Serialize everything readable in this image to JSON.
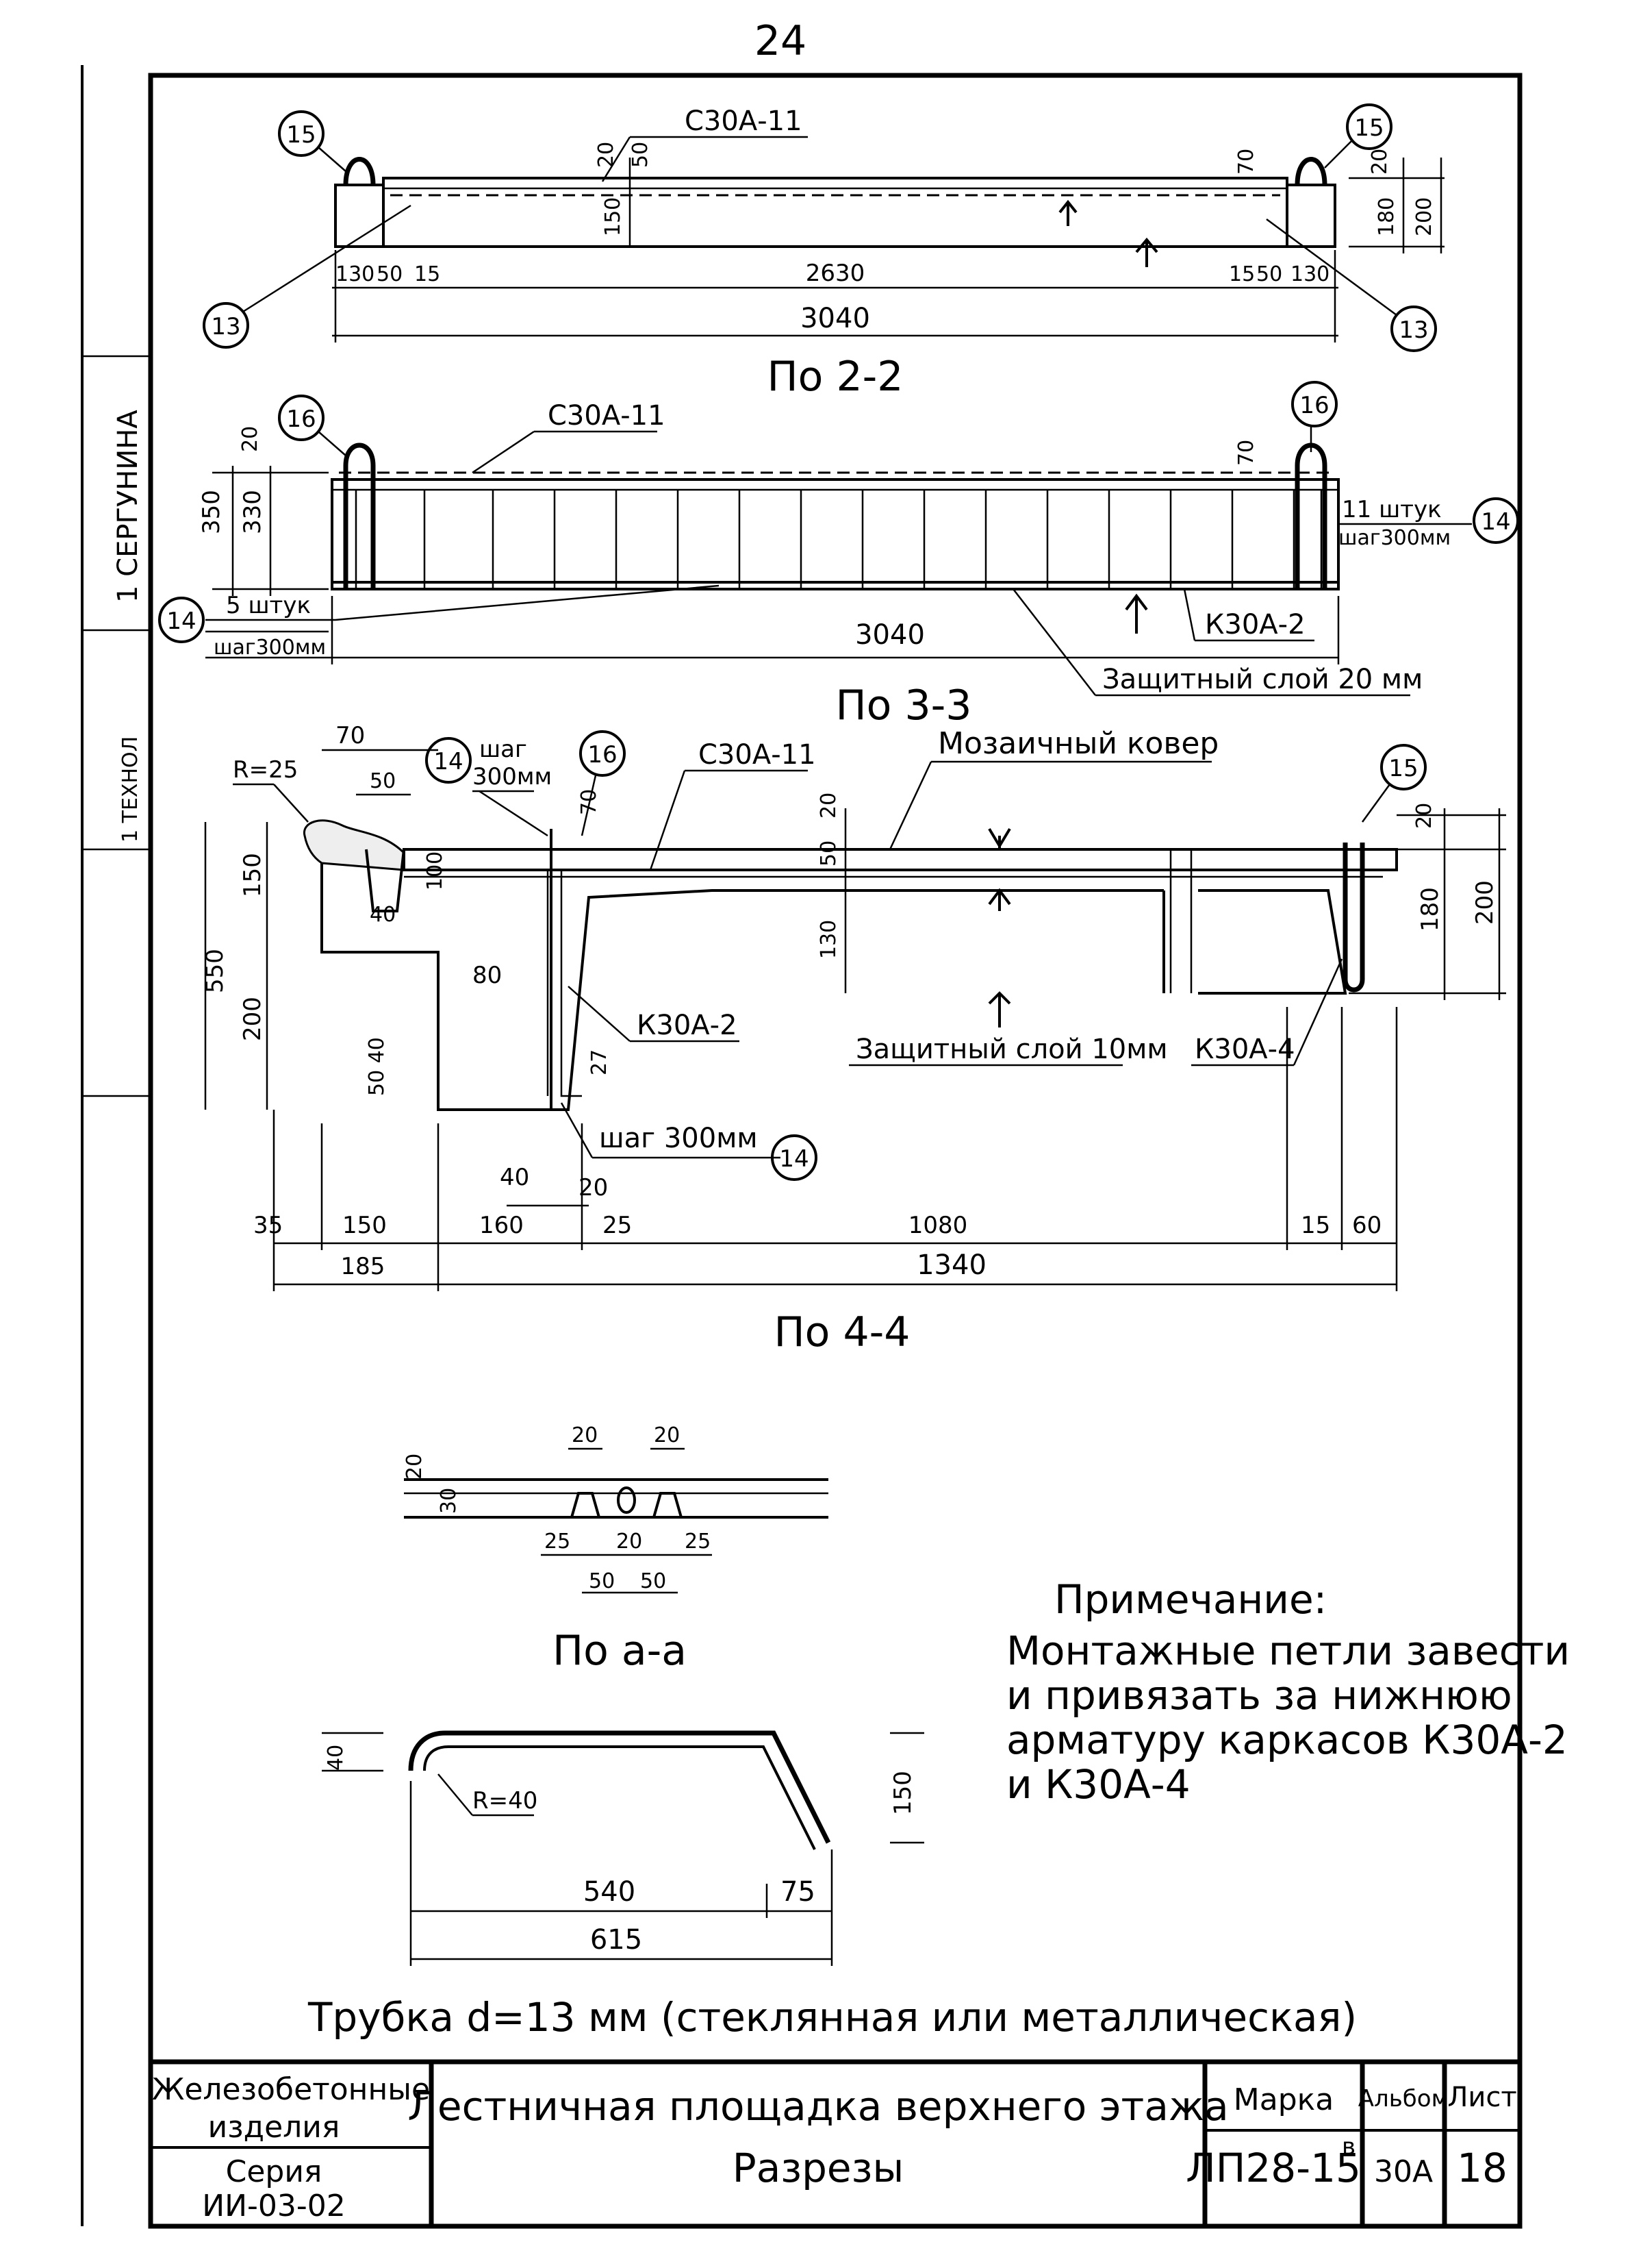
{
  "page_number": "24",
  "side_stamp": {
    "name": "1 СЕРГУНИНА",
    "role": "1 ТЕХНОЛ"
  },
  "section_2_2": {
    "title": "По 2-2",
    "mark_top": "С30А-11",
    "callouts": [
      "15",
      "15",
      "13",
      "13"
    ],
    "dims": {
      "d130_left": "130",
      "d50_left": "50",
      "d15_left": "15",
      "d2630": "2630",
      "d15_right": "15",
      "d50_right": "50",
      "d130_right": "130",
      "d3040": "3040",
      "d20_top": "20",
      "d50_top": "50",
      "d150": "150",
      "d70_right": "70",
      "d20_right": "20",
      "d180": "180",
      "d200": "200"
    }
  },
  "section_3_3": {
    "title": "По 3-3",
    "mark_top": "С30А-11",
    "callouts": [
      "16",
      "16",
      "14",
      "14"
    ],
    "dims": {
      "d20": "20",
      "d350": "350",
      "d330": "330",
      "d70": "70",
      "d3040": "3040"
    },
    "label_right_count": "11 штук",
    "label_right_step": "шаг300мм",
    "label_left_count": "5 штук",
    "label_left_step": "шаг300мм",
    "mark_bottom": "К30А-2",
    "protective_layer": "Защитный слой 20 мм"
  },
  "section_4_4": {
    "title": "По 4-4",
    "radius": "R=25",
    "callout_14": "14",
    "step_label": "шаг",
    "step_value": "300мм",
    "callout_16": "16",
    "mark_c": "С30А-11",
    "mosaic": "Мозаичный ковер",
    "callout_15": "15",
    "mark_k2": "К30А-2",
    "mark_k4": "К30А-4",
    "protective_layer": "Защитный слой 10мм",
    "step_bottom": "шаг 300мм",
    "callout_14b": "14",
    "dims": {
      "d70": "70",
      "d50": "50",
      "d40": "40",
      "d150": "150",
      "d550": "550",
      "d200": "200",
      "d100": "100",
      "d80": "80",
      "d50_40": "50 40",
      "d27": "27",
      "d20_top": "20",
      "d70_v": "70",
      "d20_mid": "20",
      "d50_mid": "50",
      "d130": "130",
      "d20_r": "20",
      "d180": "180",
      "d200_r": "200",
      "d40_b": "40",
      "d20_b": "20",
      "d35": "35",
      "d150_b": "150",
      "d160": "160",
      "d25": "25",
      "d1080": "1080",
      "d15": "15",
      "d60": "60",
      "d185": "185",
      "d1340": "1340"
    }
  },
  "section_a_a": {
    "title": "По а-а",
    "dims": {
      "d20a": "20",
      "d20b": "20",
      "d20c": "20",
      "d30": "30",
      "d25a": "25",
      "d20d": "20",
      "d25b": "25",
      "d50a": "50",
      "d50b": "50"
    }
  },
  "note": {
    "heading": "Примечание:",
    "lines": [
      "Монтажные петли завести",
      "и привязать за нижнюю",
      "арматуру каркасов К30А-2",
      "и К30А-4"
    ]
  },
  "tube": {
    "radius": "R=40",
    "d40": "40",
    "d150": "150",
    "d540": "540",
    "d75": "75",
    "d615": "615",
    "caption": "Трубка d=13 мм (стеклянная или металлическая)"
  },
  "title_block": {
    "category_line1": "Железобетонные",
    "category_line2": "изделия",
    "series_label": "Серия",
    "series_value": "ИИ-03-02",
    "title_line1": "Лестничная площадка верхнего этажа",
    "title_line2": "Разрезы",
    "mark_label": "Марка",
    "mark_value": "ЛП28-15",
    "mark_sup": "в",
    "album_label": "Альбом",
    "album_value": "30А",
    "sheet_label": "Лист",
    "sheet_value": "18"
  }
}
